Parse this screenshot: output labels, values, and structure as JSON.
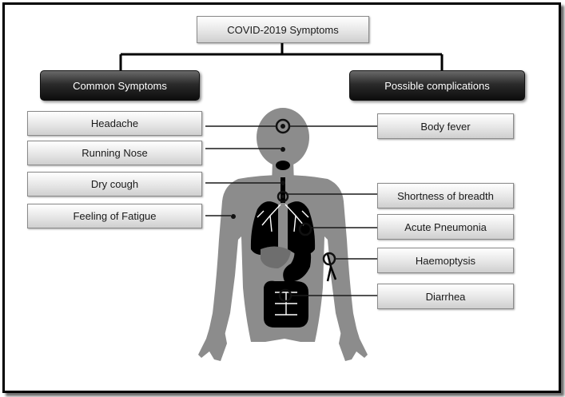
{
  "title": "COVID-2019 Symptoms",
  "categories": {
    "common": "Common Symptoms",
    "complications": "Possible complications"
  },
  "common_symptoms": [
    "Headache",
    "Running Nose",
    "Dry cough",
    "Feeling of Fatigue"
  ],
  "complications": [
    "Body fever",
    "Shortness of breadth",
    "Acute Pneumonia",
    "Haemoptysis",
    "Diarrhea"
  ],
  "colors": {
    "frame": "#000000",
    "body": "#8c8c8c",
    "organs": "#000000",
    "header_dark": "#1a1a1a"
  }
}
